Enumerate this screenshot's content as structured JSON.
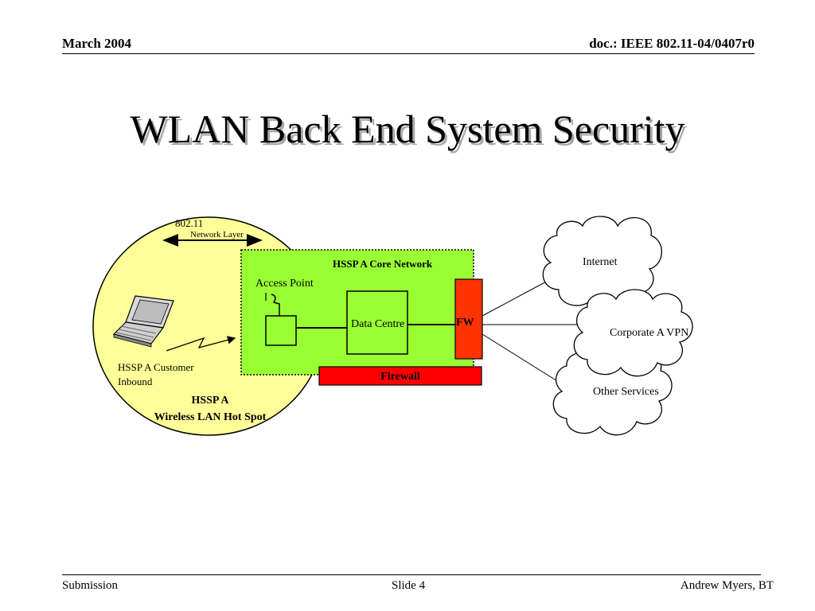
{
  "header": {
    "date": "March 2004",
    "doc_id": "doc.: IEEE 802.11-04/0407r0"
  },
  "title": "WLAN Back End System Security",
  "diagram": {
    "protocol_label": "802.11",
    "network_layer_label": "Network Layer",
    "core_network_label": "HSSP A Core Network",
    "access_point_label": "Access Point",
    "data_centre_label": "Data Centre",
    "fw_label": "FW",
    "firewall_label": "Firewall",
    "customer_label_line1": "HSSP A Customer",
    "customer_label_line2": "Inbound",
    "hotspot_label_line1": "HSSP A",
    "hotspot_label_line2": "Wireless LAN Hot Spot",
    "internet_label": "Internet",
    "vpn_label": "Corporate A VPN",
    "other_label": "Other Services",
    "colors": {
      "hotspot_fill": "#ffff99",
      "core_fill": "#99ff33",
      "firewall_red": "#ff0000",
      "fw_orange": "#ff3300"
    }
  },
  "footer": {
    "left": "Submission",
    "center": "Slide 4",
    "right": "Andrew Myers, BT"
  }
}
